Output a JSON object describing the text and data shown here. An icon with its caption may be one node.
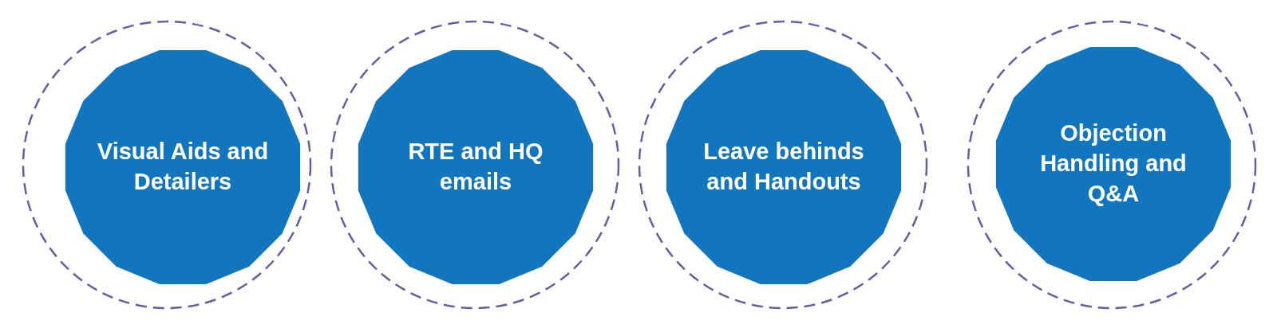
{
  "diagram": {
    "nodes": [
      {
        "text": [
          "Visual Aids and Detailers"
        ]
      },
      {
        "text": [
          "RTE and HQ emails"
        ]
      },
      {
        "text": [
          "Leave behinds and Handouts"
        ]
      },
      {
        "text": [
          "Objection Handling and Q&A"
        ]
      }
    ]
  }
}
